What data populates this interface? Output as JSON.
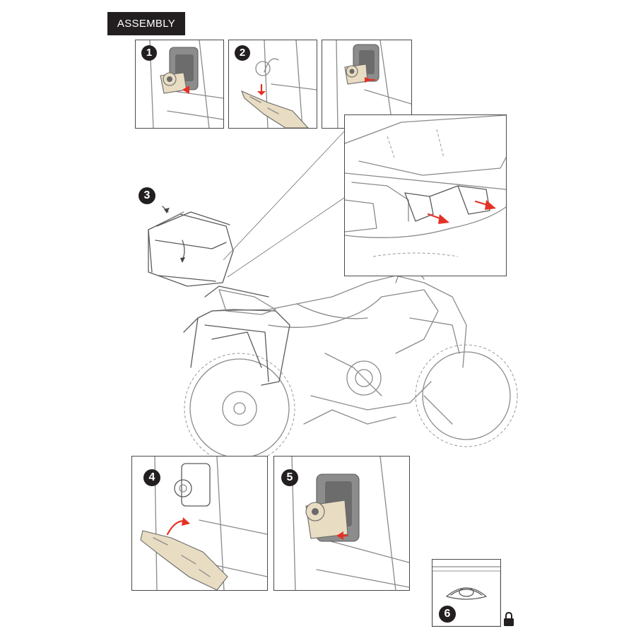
{
  "header": {
    "title": "ASSEMBLY"
  },
  "steps": {
    "s1": "1",
    "s2": "2",
    "s3": "3",
    "s4": "4",
    "s5": "5",
    "s6": "6"
  },
  "icons": {
    "lock": "padlock-icon"
  },
  "colors": {
    "accent_arrow": "#e53125",
    "bracket": "#e8dcc2",
    "latch": "#8c8c8c",
    "tag_bg": "#231f20"
  }
}
